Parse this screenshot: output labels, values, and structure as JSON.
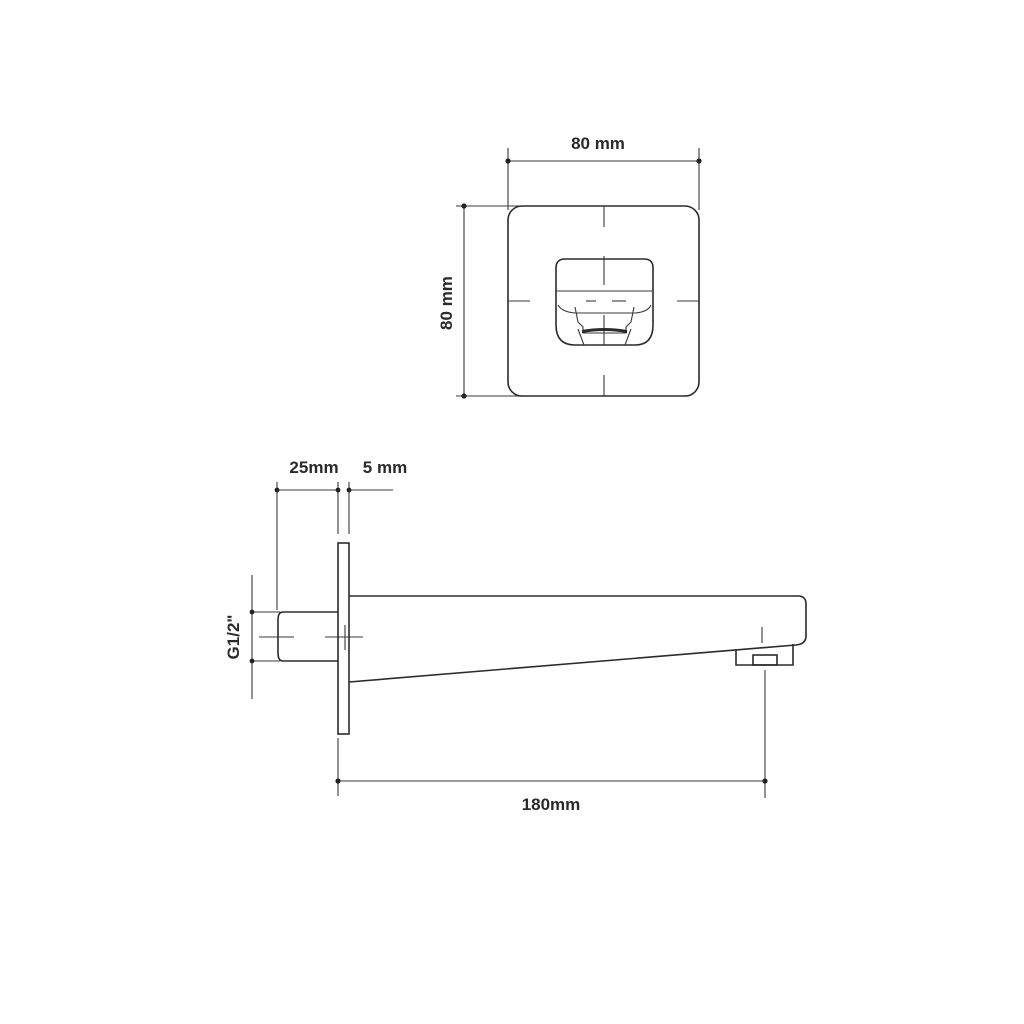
{
  "diagram": {
    "type": "technical-drawing",
    "subject": "wall-mounted bath spout",
    "front_view": {
      "width_label": "80 mm",
      "height_label": "80 mm"
    },
    "side_view": {
      "thread_length_label": "25mm",
      "plate_thickness_label": "5 mm",
      "thread_size_label": "G1/2\"",
      "projection_label": "180mm"
    }
  },
  "colors": {
    "line": "#2b2b2b",
    "background": "#ffffff"
  }
}
